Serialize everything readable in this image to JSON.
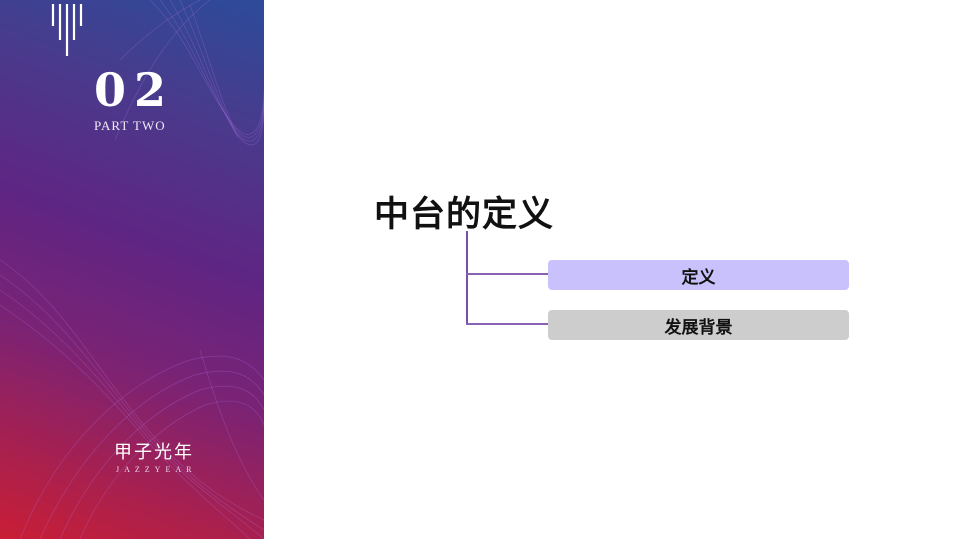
{
  "section": {
    "number": "02",
    "label": "PART TWO"
  },
  "brand": {
    "name_cn": "甲子光年",
    "name_en": "JAZZYEAR",
    "logo_icon": "jazzyear-logo-icon"
  },
  "main": {
    "title": "中台的定义",
    "items": [
      {
        "label": "定义",
        "color": "#c9c1fb"
      },
      {
        "label": "发展背景",
        "color": "#cdcdcd"
      }
    ],
    "connector_color": "#7b4ea8"
  }
}
